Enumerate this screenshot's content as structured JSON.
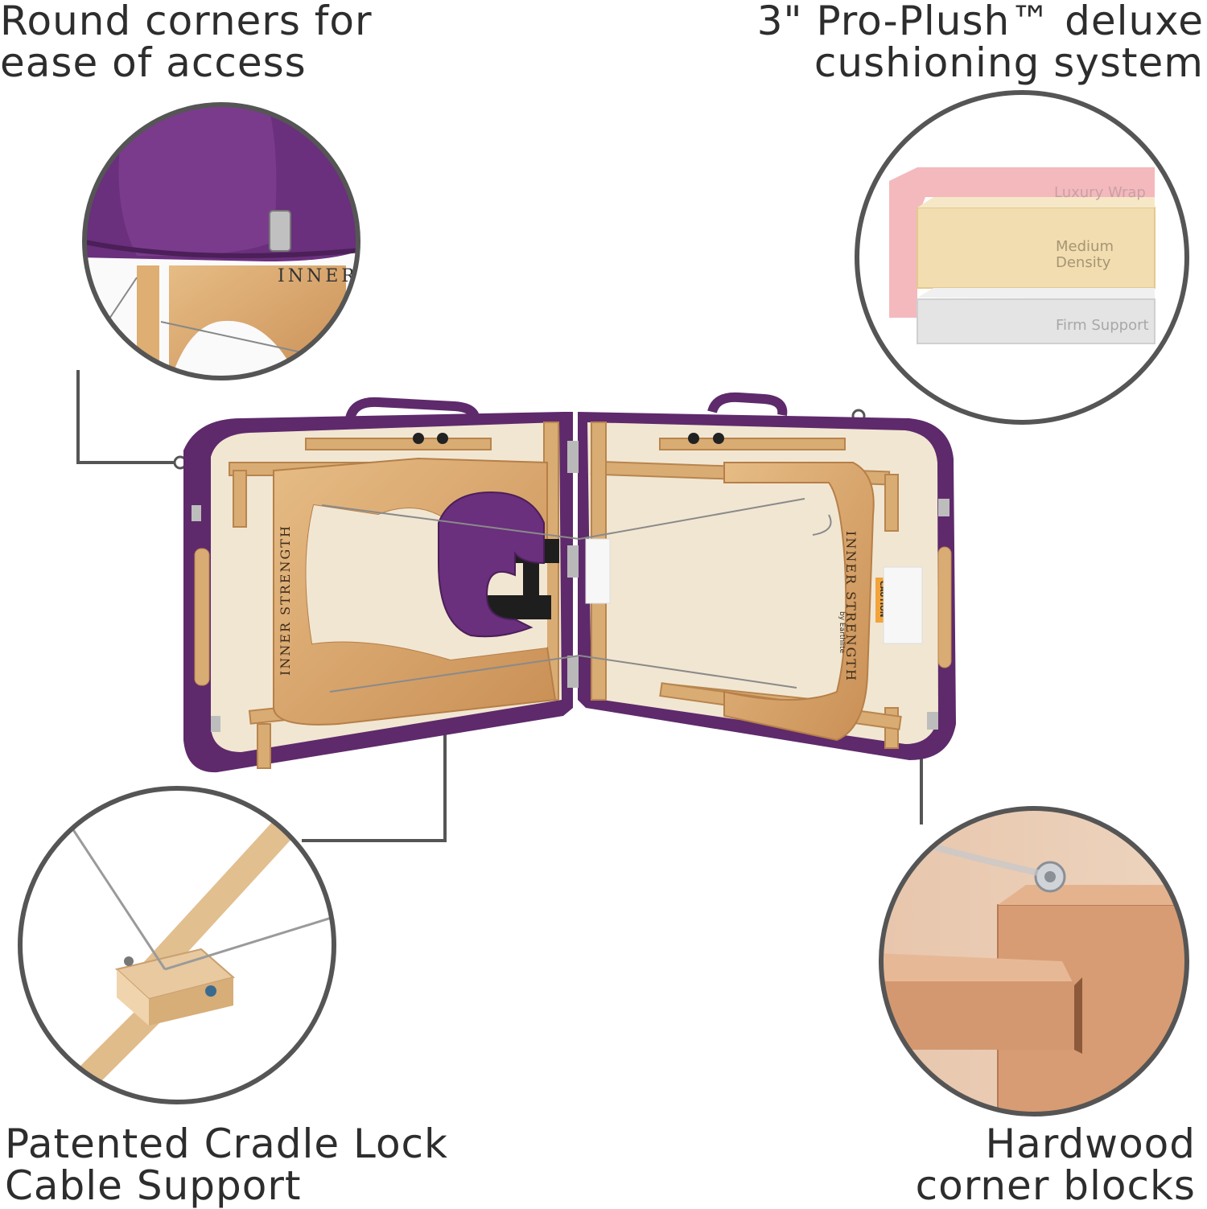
{
  "captions": {
    "top_left": {
      "line1": "Round corners for",
      "line2": "ease of access"
    },
    "top_right": {
      "line1": "3\" Pro-Plush™ deluxe",
      "line2": "cushioning system"
    },
    "bottom_left": {
      "line1": "Patented Cradle Lock",
      "line2": "Cable Support"
    },
    "bottom_right": {
      "line1": "Hardwood",
      "line2": "corner blocks"
    }
  },
  "cushion_layers": {
    "top": "Luxury Wrap",
    "middle_line1": "Medium",
    "middle_line2": "Density",
    "bottom": "Firm Support"
  },
  "brand": {
    "corner_logo": "INNER",
    "frame_logo": "INNER STRENGTH",
    "frame_sub": "by Earthlite",
    "caution": "CAUTION"
  },
  "colors": {
    "purple": "#5e2a6b",
    "wood": "#d9ac74",
    "panel": "#f1e6d2",
    "line": "#555555"
  }
}
